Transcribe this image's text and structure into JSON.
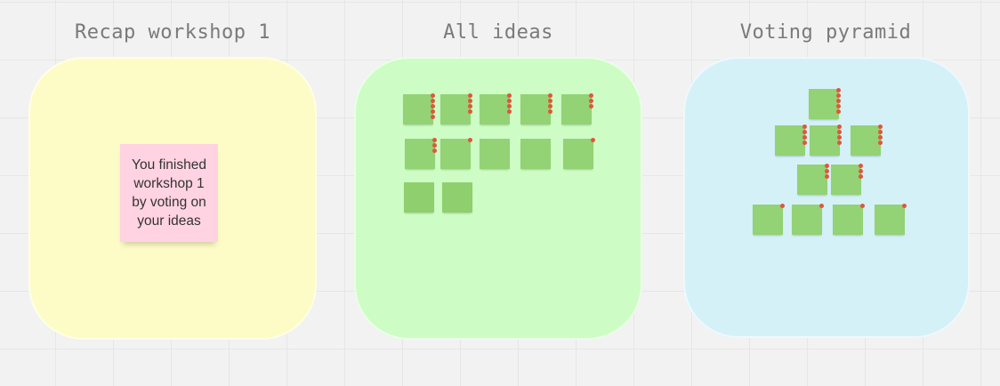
{
  "frames": [
    {
      "title": "Recap workshop 1",
      "color": "#fdfcc7"
    },
    {
      "title": "All ideas",
      "color": "#cdfcc5"
    },
    {
      "title": "Voting pyramid",
      "color": "#d4f1f8"
    }
  ],
  "recap_note": {
    "text": "You finished workshop 1 by voting on your ideas",
    "color": "#ffd3e2"
  },
  "idea_note_color": "#93d275",
  "vote_dot_color": "#e0563a",
  "idea_note_text": "",
  "all_ideas": [
    {
      "votes": 5
    },
    {
      "votes": 4
    },
    {
      "votes": 4
    },
    {
      "votes": 4
    },
    {
      "votes": 3
    },
    {
      "votes": 3
    },
    {
      "votes": 1
    },
    {
      "votes": 0
    },
    {
      "votes": 0
    },
    {
      "votes": 1
    },
    {
      "votes": 0,
      "blank": true
    },
    {
      "votes": 0,
      "blank": true
    }
  ],
  "pyramid": [
    {
      "votes": 5
    },
    {
      "votes": 4
    },
    {
      "votes": 4
    },
    {
      "votes": 4
    },
    {
      "votes": 3
    },
    {
      "votes": 3
    },
    {
      "votes": 1
    },
    {
      "votes": 1
    },
    {
      "votes": 1
    },
    {
      "votes": 1
    }
  ]
}
